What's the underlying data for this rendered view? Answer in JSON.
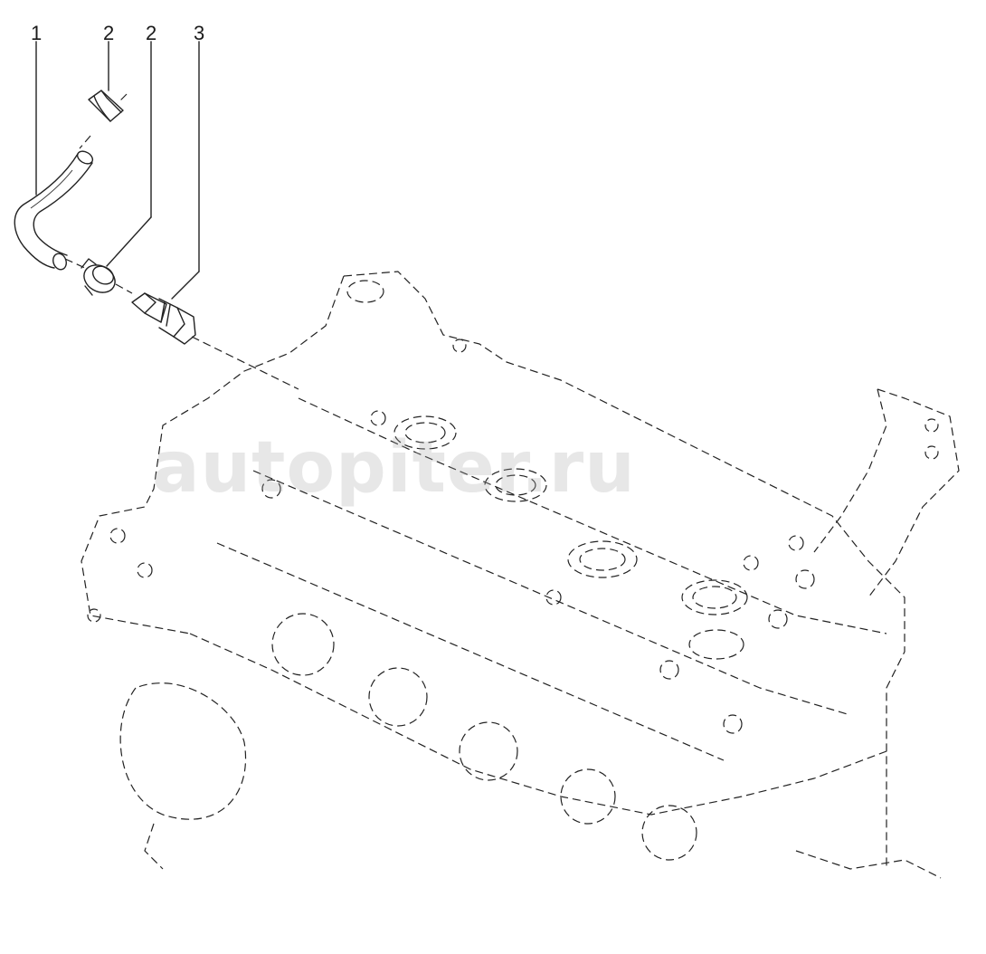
{
  "callouts": [
    {
      "id": "hose",
      "label": "1"
    },
    {
      "id": "clip-upper",
      "label": "2"
    },
    {
      "id": "clip-lower",
      "label": "2"
    },
    {
      "id": "sensor",
      "label": "3"
    }
  ],
  "watermark": {
    "text": "autopiter.ru"
  },
  "colors": {
    "line": "#222222",
    "background": "#ffffff",
    "watermark": "#aaaaaa"
  }
}
